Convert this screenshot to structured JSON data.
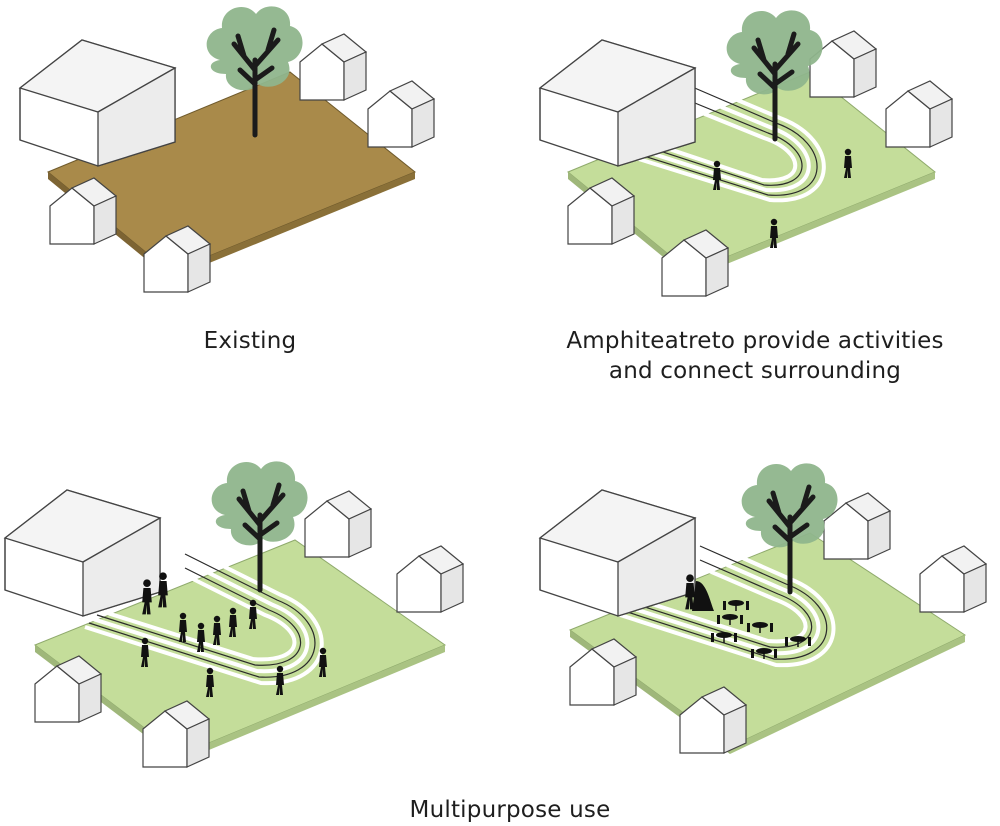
{
  "captions": {
    "existing": "Existing",
    "amphitheatre_line1": "Amphiteatreto provide activities",
    "amphitheatre_line2": "and connect surrounding",
    "multipurpose": "Multipurpose use"
  },
  "colors": {
    "soil": "#a98a4a",
    "soil_side": "#7d6433",
    "grass": "#c4dd9a",
    "grass_side": "#9fb77a",
    "tree_canopy": "#8fb58c",
    "trunk": "#1b1b1b",
    "building_outline": "#444444",
    "building_fill": "#ffffff",
    "building_shade": "#ececec"
  },
  "icons": [
    "tree-icon",
    "house-icon",
    "person-icon",
    "musician-icon",
    "table-icon",
    "couple-icon"
  ]
}
